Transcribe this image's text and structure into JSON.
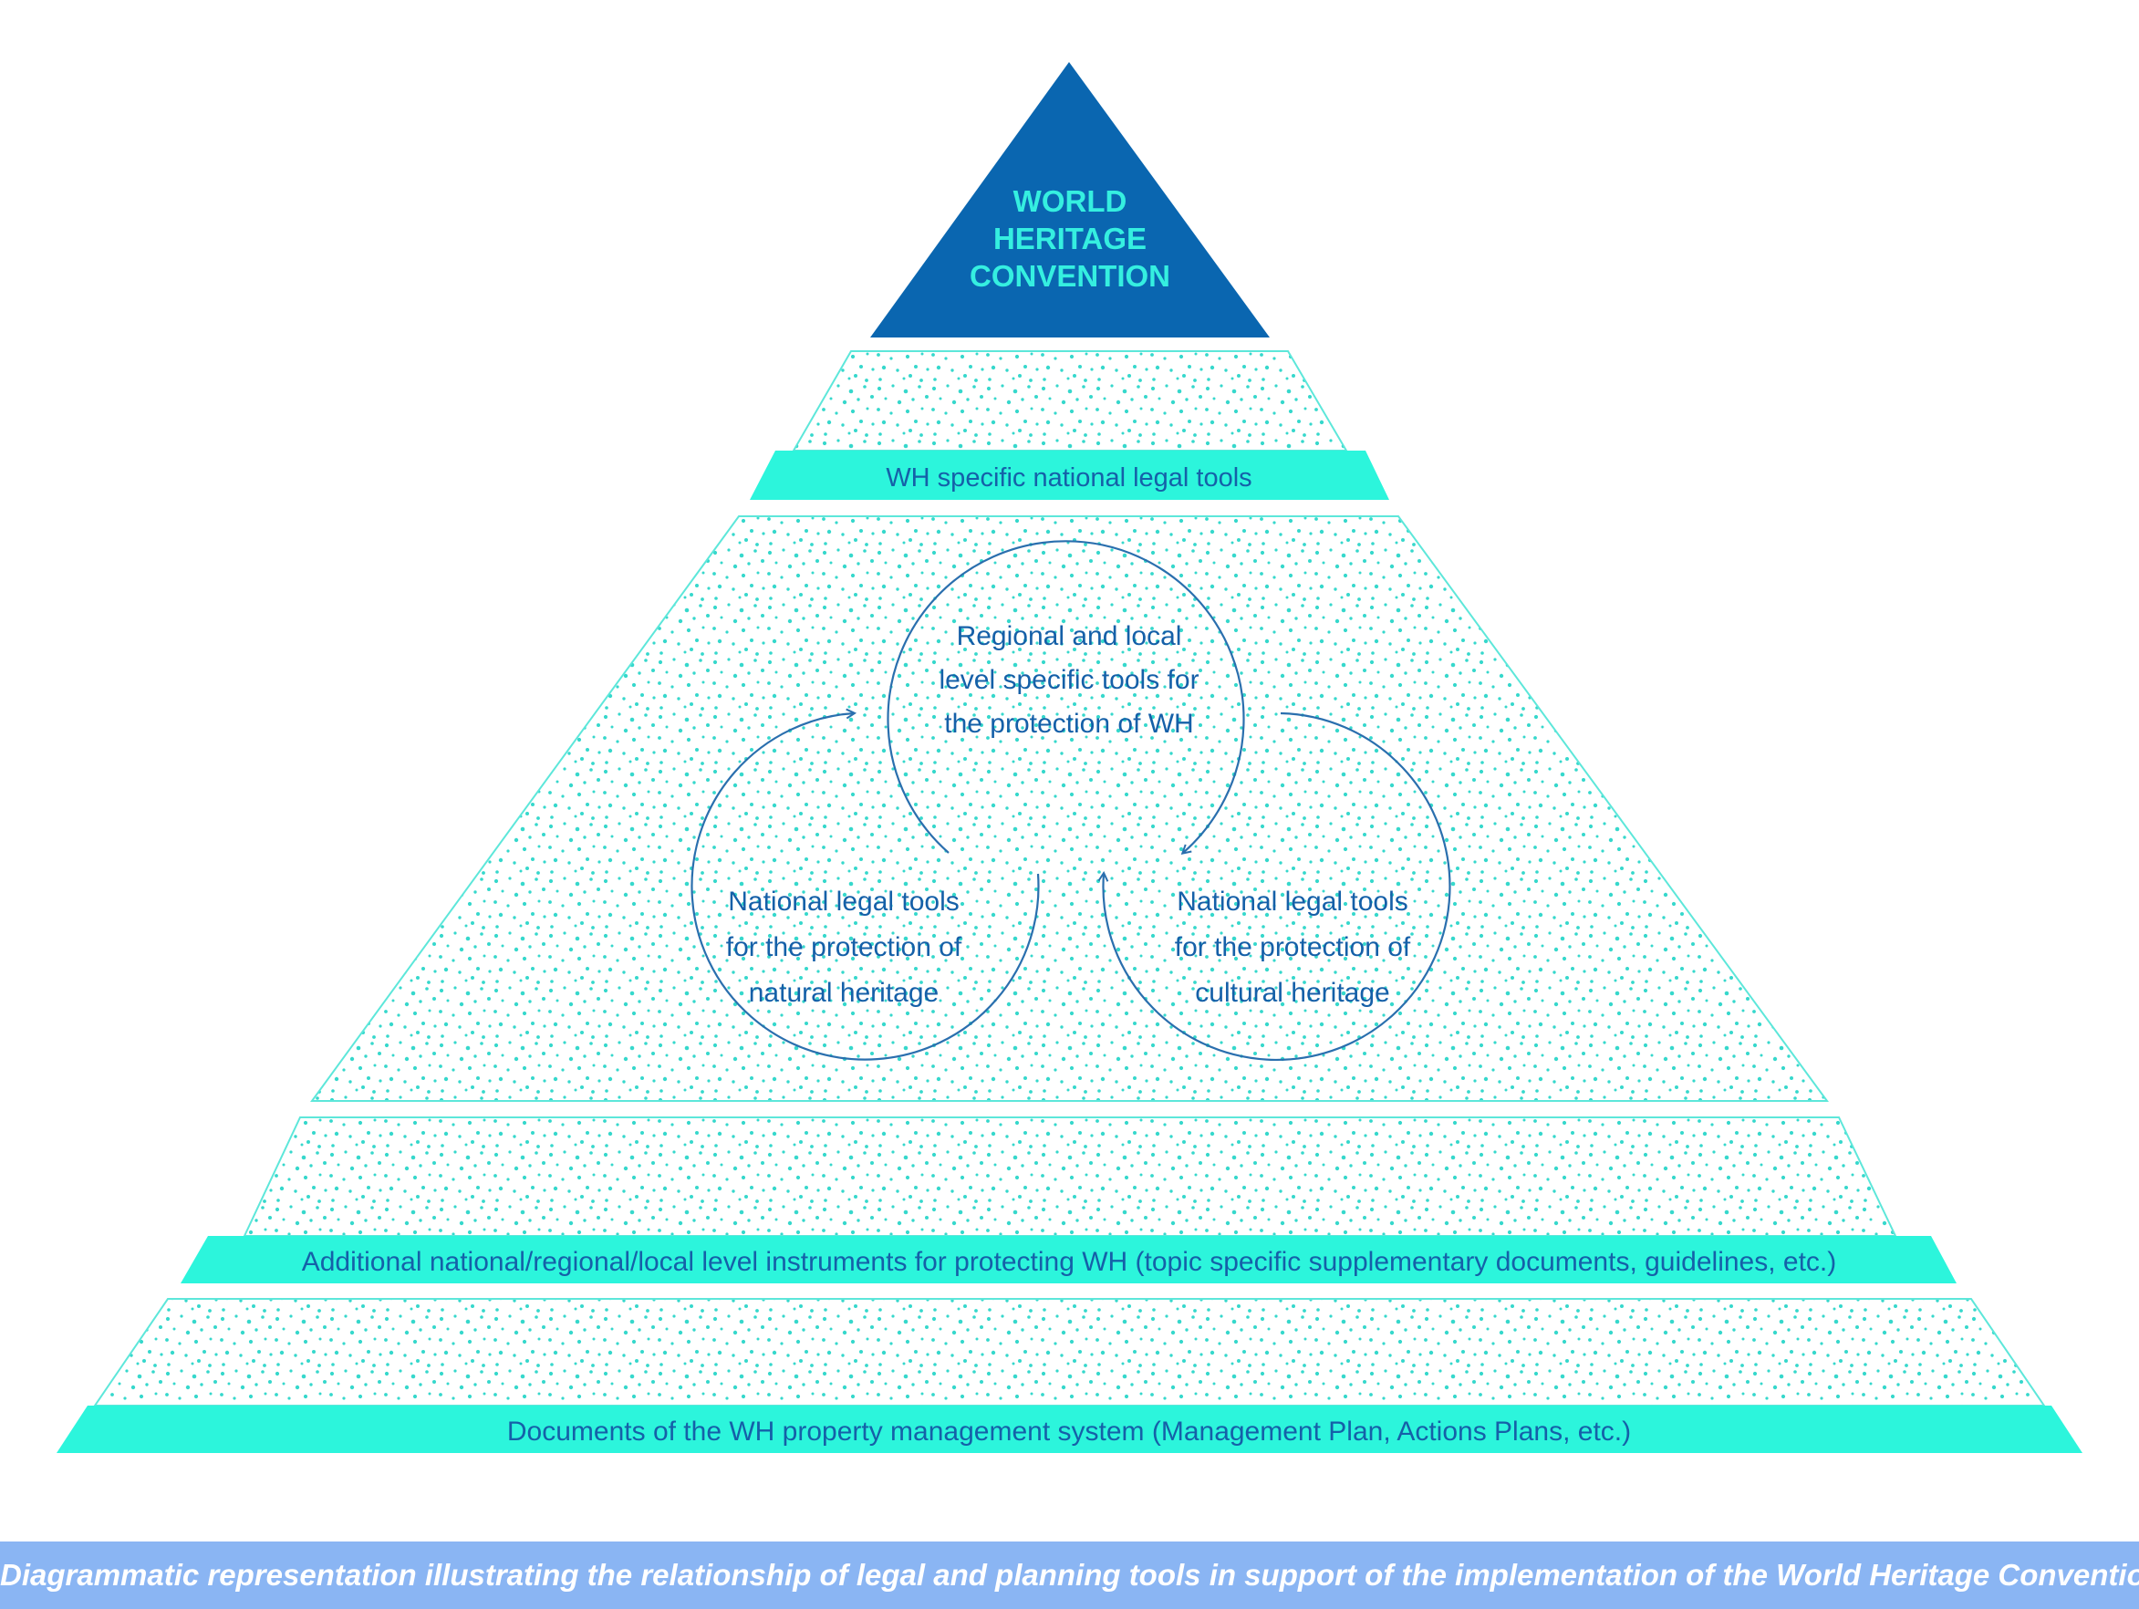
{
  "apex": {
    "line1": "WORLD",
    "line2": "HERITAGE",
    "line3": "CONVENTION"
  },
  "tiers": {
    "wh_specific": "WH specific national legal tools",
    "additional": "Additional national/regional/local level instruments for protecting WH (topic specific supplementary documents, guidelines, etc.)",
    "documents": "Documents of the WH property management system (Management Plan, Actions Plans, etc.)"
  },
  "cycle": {
    "regional": {
      "line1": "Regional and local",
      "line2": "level specific tools for",
      "line3": "the protection of WH"
    },
    "natural": {
      "line1": "National legal tools",
      "line2": "for the protection of",
      "line3": "natural heritage"
    },
    "cultural": {
      "line1": "National legal tools",
      "line2": "for the protection of",
      "line3": "cultural heritage"
    }
  },
  "caption": "Diagrammatic representation illustrating the relationship of legal and planning tools in support of the implementation of the World Heritage Convention.",
  "colors": {
    "apex_fill": "#0a66b0",
    "apex_text": "#35efe0",
    "band": "#2cf5dc",
    "dots": "#36d8cc",
    "outline": "#5de7da",
    "text": "#1560a8",
    "arrows": "#2a6fae",
    "caption_bg": "#8ab5f3"
  }
}
